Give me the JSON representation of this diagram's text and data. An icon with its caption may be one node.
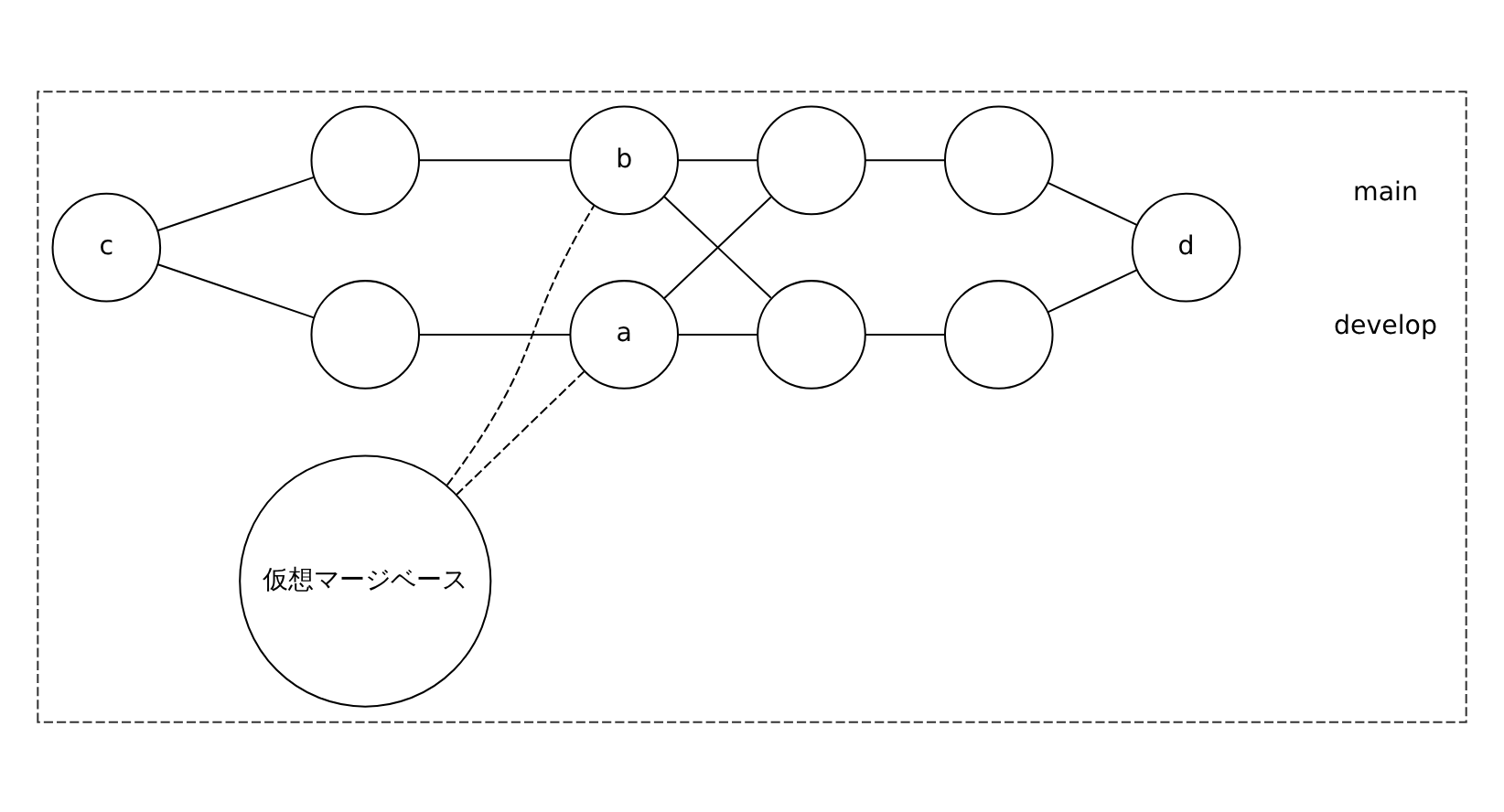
{
  "diagram": {
    "nodes": [
      {
        "text": [],
        "shape": "box"
      },
      {
        "text": [
          "c"
        ],
        "in": 0
      },
      {
        "text": [],
        "shape": "circle",
        "in": 0
      },
      {
        "text": [
          "b"
        ],
        "in": 0
      },
      {
        "text": [],
        "shape": "circle",
        "in": 0
      },
      {
        "text": [],
        "shape": "circle",
        "in": 0
      },
      {
        "text": [
          "d"
        ],
        "in": 0
      },
      {
        "text": [],
        "shape": "circle",
        "in": 0
      },
      {
        "text": [
          "a"
        ],
        "in": 0
      },
      {
        "text": [],
        "shape": "circle",
        "in": 0
      },
      {
        "text": [],
        "shape": "circle",
        "in": 0
      },
      {
        "text": [
          "仮想マージベース"
        ],
        "in": 0
      }
    ],
    "edges": [
      {
        "from": 1,
        "to": 2,
        "arrow": "none"
      },
      {
        "from": 1,
        "to": 7,
        "arrow": "none"
      },
      {
        "from": 2,
        "to": 3,
        "arrow": "none"
      },
      {
        "from": 3,
        "to": 4,
        "arrow": "none"
      },
      {
        "from": 4,
        "to": 5,
        "arrow": "none"
      },
      {
        "from": 5,
        "to": 6,
        "arrow": "none"
      },
      {
        "from": 7,
        "to": 8,
        "arrow": "none"
      },
      {
        "from": 8,
        "to": 9,
        "arrow": "none"
      },
      {
        "from": 9,
        "to": 10,
        "arrow": "none"
      },
      {
        "from": 10,
        "to": 6,
        "arrow": "none"
      },
      {
        "from": 3,
        "to": 9,
        "arrow": "none"
      },
      {
        "from": 8,
        "to": 4,
        "arrow": "none"
      },
      {
        "from": 11,
        "to": 3,
        "arrow": "none",
        "style": "dashed"
      },
      {
        "from": 11,
        "to": 8,
        "arrow": "none",
        "style": "dashed"
      }
    ],
    "labels": [
      "main",
      "develop"
    ]
  }
}
